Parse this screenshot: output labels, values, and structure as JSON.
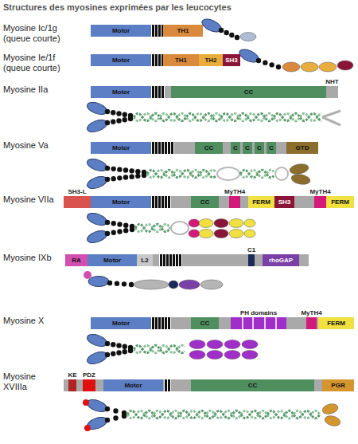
{
  "diagram": {
    "title": "Structures des myosines exprimées par les leucocytes",
    "nodes": [
      {
        "text": [
          "Motor"
        ]
      },
      {
        "text": [
          "TH1"
        ]
      },
      {
        "text": [
          "Motor"
        ]
      },
      {
        "text": [
          "TH1"
        ]
      },
      {
        "text": [
          "TH2"
        ]
      },
      {
        "text": [
          "SH3"
        ]
      },
      {
        "text": [
          "Motor"
        ]
      },
      {
        "text": [
          "CC"
        ]
      },
      {
        "text": [
          "NHT"
        ]
      },
      {
        "text": [
          "Motor"
        ]
      },
      {
        "text": [
          "CC"
        ]
      },
      {
        "text": [
          "C"
        ]
      },
      {
        "text": [
          "C"
        ]
      },
      {
        "text": [
          "C"
        ]
      },
      {
        "text": [
          "C"
        ]
      },
      {
        "text": [
          "GTD"
        ]
      },
      {
        "text": [
          "SH3-L"
        ]
      },
      {
        "text": [
          "Motor"
        ]
      },
      {
        "text": [
          "CC"
        ]
      },
      {
        "text": [
          "MyTH4"
        ]
      },
      {
        "text": [
          "FERM"
        ]
      },
      {
        "text": [
          "SH3"
        ]
      },
      {
        "text": [
          "MyTH4"
        ]
      },
      {
        "text": [
          "FERM"
        ]
      },
      {
        "text": [
          "RA"
        ]
      },
      {
        "text": [
          "Motor"
        ]
      },
      {
        "text": [
          "L2"
        ]
      },
      {
        "text": [
          "C1"
        ]
      },
      {
        "text": [
          "rhoGAP"
        ]
      },
      {
        "text": [
          "Motor"
        ]
      },
      {
        "text": [
          "CC"
        ]
      },
      {
        "text": [
          "PH domains"
        ]
      },
      {
        "text": [
          "MyTH4"
        ]
      },
      {
        "text": [
          "FERM"
        ]
      },
      {
        "text": [
          "KE"
        ]
      },
      {
        "text": [
          "PDZ"
        ]
      },
      {
        "text": [
          "Motor"
        ]
      },
      {
        "text": [
          "CC"
        ]
      },
      {
        "text": [
          "PGR"
        ]
      }
    ],
    "labels": [
      "Myosine Ic/1g (queue courte)",
      "Myosine Ie/1f (queue courte)",
      "Myosine IIa",
      "Myosine Va",
      "Myosine VIIa",
      "Myosine IXb",
      "Myosine X",
      "Myosine XVIIIa"
    ]
  }
}
